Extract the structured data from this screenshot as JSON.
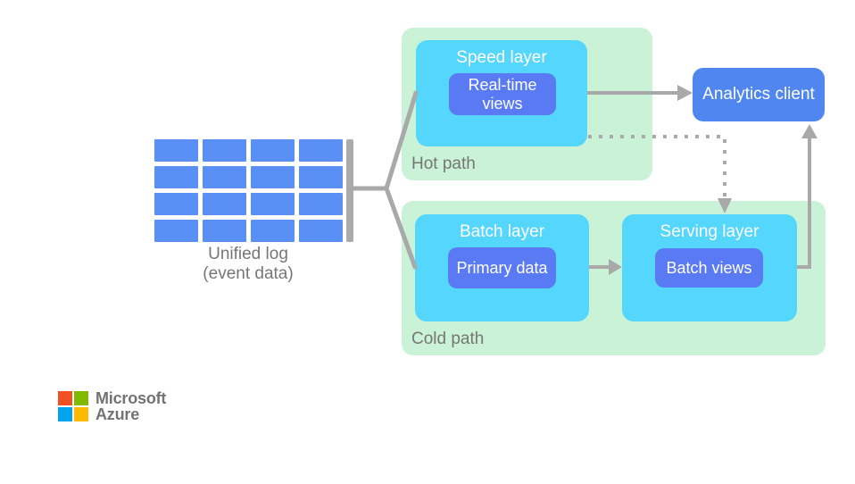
{
  "colors": {
    "path_background_green": "#c9f2d6",
    "layer_cyan": "#55d6fc",
    "store_box_blue": "#5a7af3",
    "analytics_blue": "#4f86f0",
    "log_grid_blue": "#5a90f5",
    "connector_gray": "#a9a9a9",
    "label_gray": "#767676",
    "ms_logo_red": "#f25022",
    "ms_logo_green": "#7fba00",
    "ms_logo_blue": "#00a4ef",
    "ms_logo_yellow": "#ffb900"
  },
  "diagram": {
    "unified_log": {
      "grid_rows": 4,
      "grid_cols": 4,
      "caption_line1": "Unified log",
      "caption_line2": "(event data)"
    },
    "hot_path": {
      "label": "Hot path",
      "speed_layer": {
        "title": "Speed layer",
        "store_line1": "Real-time",
        "store_line2": "views"
      }
    },
    "cold_path": {
      "label": "Cold path",
      "batch_layer": {
        "title": "Batch layer",
        "store": "Primary data"
      },
      "serving_layer": {
        "title": "Serving layer",
        "store": "Batch views"
      }
    },
    "analytics_client": {
      "label": "Analytics client"
    }
  },
  "branding": {
    "company": "Microsoft",
    "product": "Azure"
  }
}
